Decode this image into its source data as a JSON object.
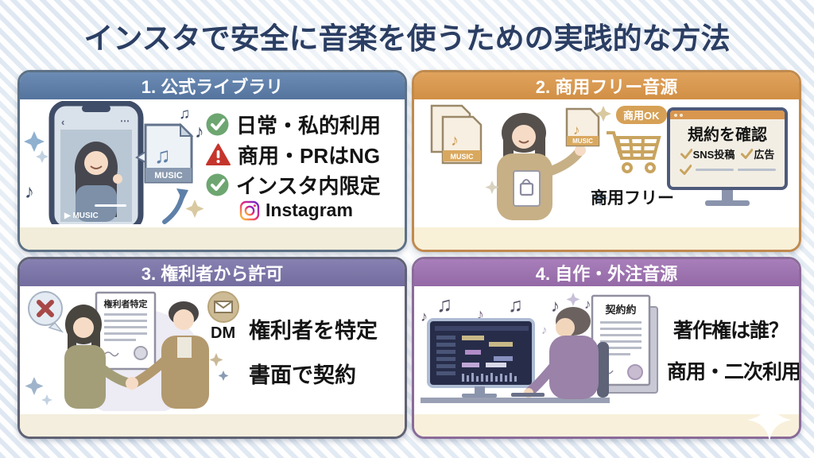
{
  "title": "インスタで安全に音楽を使うための実践的な方法",
  "icons": {
    "eighth_note": "♪",
    "beamed_notes": "♫",
    "back_chevron": "‹",
    "more_dots": "⋯"
  },
  "colors": {
    "title_text": "#2b3e63",
    "panel1_header": "#54749e",
    "panel2_header": "#d18f45",
    "panel3_header": "#736d9f",
    "panel4_header": "#9469a6",
    "check_green": "#6da671",
    "warning_red": "#c5352c",
    "accent_tan": "#c9a45f",
    "footer_cream": "#f3eedd"
  },
  "panel1": {
    "header": "1. 公式ライブラリ",
    "phone_label": "▶ MUSIC",
    "file_label": "MUSIC",
    "items": [
      {
        "icon": "check-circle-icon",
        "text": "日常・私的利用"
      },
      {
        "icon": "warning-triangle-icon",
        "text": "商用・PRはNG"
      },
      {
        "icon": "check-circle-icon",
        "text": "インスタ内限定"
      }
    ],
    "instagram_label": "Instagram"
  },
  "panel2": {
    "header": "2. 商用フリー音源",
    "file_label": "MUSIC",
    "badge": "商用OK",
    "cart_caption": "商用フリー",
    "screen_title": "規約を確認",
    "screen_checks": [
      {
        "text": "SNS投稿"
      },
      {
        "text": "広告"
      }
    ]
  },
  "panel3": {
    "header": "3. 権利者から許可",
    "doc_title": "権利者特定",
    "dm_label": "DM",
    "line1": "権利者を特定",
    "line2": "書面で契約"
  },
  "panel4": {
    "header": "4. 自作・外注音源",
    "doc_title": "契約約",
    "line1": "著作権は誰？",
    "line2": "商用・二次利用"
  }
}
